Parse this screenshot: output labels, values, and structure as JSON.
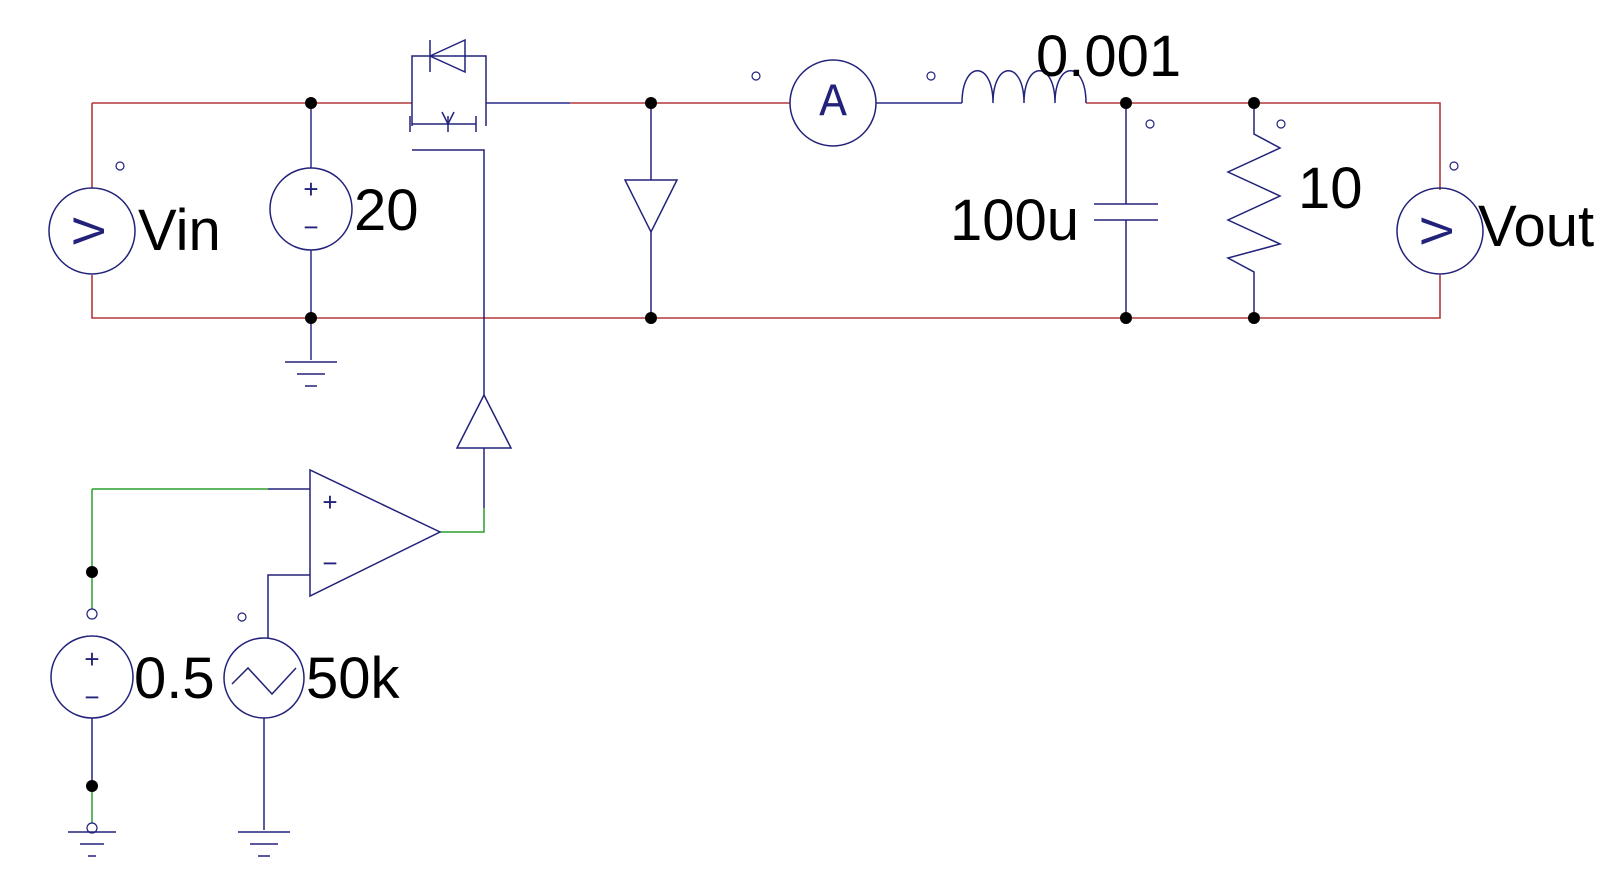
{
  "components": {
    "vin_meter": {
      "symbol": "V",
      "label": "Vin"
    },
    "dc_source": {
      "value": "20"
    },
    "ammeter": {
      "symbol": "A"
    },
    "inductor": {
      "value": "0.001"
    },
    "capacitor": {
      "value": "100u"
    },
    "resistor": {
      "value": "10"
    },
    "vout_meter": {
      "symbol": "V",
      "label": "Vout"
    },
    "ref_source": {
      "value": "0.5"
    },
    "carrier_source": {
      "value": "50k"
    },
    "opamp": {
      "plus": "+",
      "minus": "−"
    },
    "source_signs": {
      "plus": "+",
      "minus": "−"
    }
  },
  "colors": {
    "power_wire": "#b03838",
    "signal_wire": "#2a2a8a",
    "control_wire": "#2aa02a",
    "symbol": "#22227a"
  }
}
